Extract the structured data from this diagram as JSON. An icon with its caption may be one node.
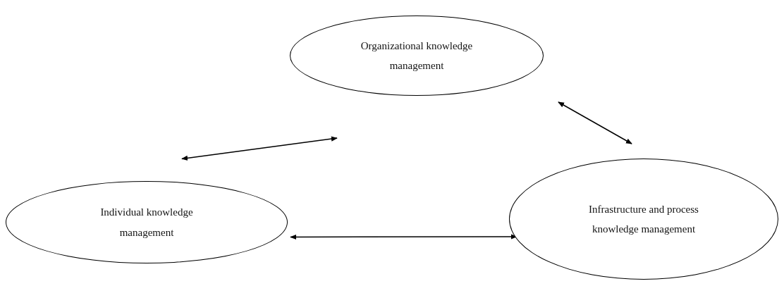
{
  "diagram": {
    "nodes": [
      {
        "text": [
          "Organizational knowledge management"
        ]
      },
      {
        "text": [
          "Individual knowledge management"
        ]
      },
      {
        "text": [
          "Infrastructure and process knowledge management"
        ]
      }
    ],
    "edges": [
      {
        "from": 0,
        "to": 1,
        "arrow": "both"
      },
      {
        "from": 0,
        "to": 2,
        "arrow": "both"
      },
      {
        "from": 1,
        "to": 2,
        "arrow": "both"
      }
    ]
  }
}
